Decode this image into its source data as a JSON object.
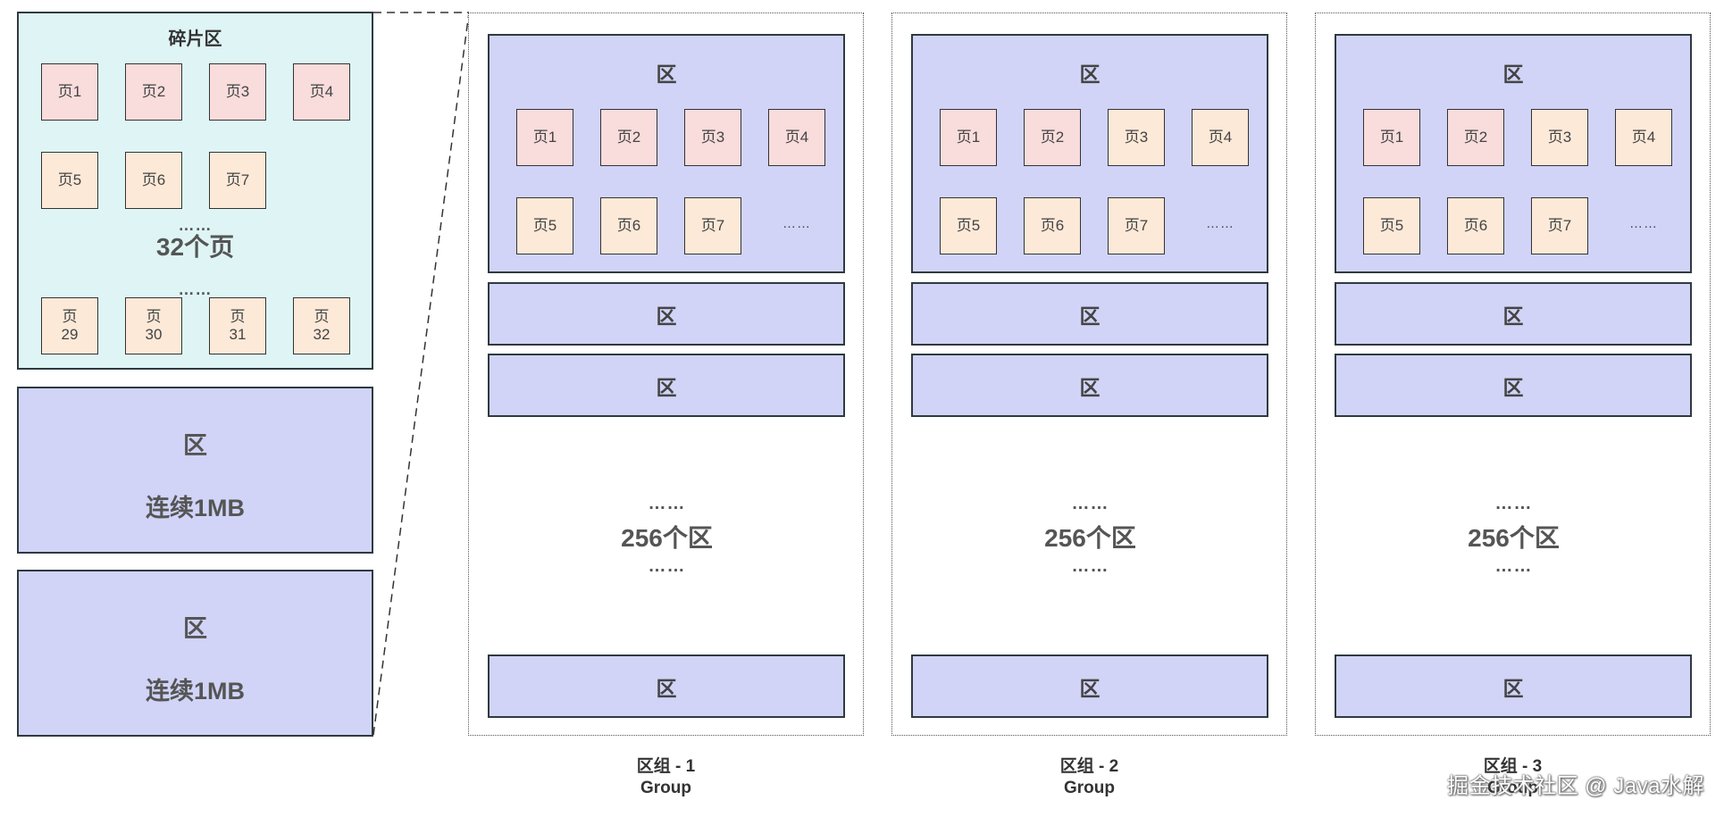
{
  "fragment": {
    "title": "碎片区",
    "pages_row1": [
      "页1",
      "页2",
      "页3",
      "页4"
    ],
    "pages_row2": [
      "页5",
      "页6",
      "页7"
    ],
    "dots_top": "……",
    "center": "32个页",
    "dots_bottom": "……",
    "pages_last": [
      {
        "line1": "页",
        "line2": "29"
      },
      {
        "line1": "页",
        "line2": "30"
      },
      {
        "line1": "页",
        "line2": "31"
      },
      {
        "line1": "页",
        "line2": "32"
      }
    ]
  },
  "left_extents": [
    {
      "label": "区",
      "sub": "连续1MB"
    },
    {
      "label": "区",
      "sub": "连续1MB"
    }
  ],
  "groups": [
    {
      "extent_title": "区",
      "pages_row1": [
        "页1",
        "页2",
        "页3",
        "页4"
      ],
      "pages_row2": [
        "页5",
        "页6",
        "页7"
      ],
      "ellipsis": "……",
      "bar1": "区",
      "bar2": "区",
      "dots_top": "……",
      "mid": "256个区",
      "dots_bottom": "……",
      "bar_last": "区",
      "label_line1": "区组 - 1",
      "label_line2": "Group"
    },
    {
      "extent_title": "区",
      "pages_row1": [
        "页1",
        "页2",
        "页3",
        "页4"
      ],
      "pages_row2": [
        "页5",
        "页6",
        "页7"
      ],
      "ellipsis": "……",
      "bar1": "区",
      "bar2": "区",
      "dots_top": "……",
      "mid": "256个区",
      "dots_bottom": "……",
      "bar_last": "区",
      "label_line1": "区组 - 2",
      "label_line2": "Group"
    },
    {
      "extent_title": "区",
      "pages_row1": [
        "页1",
        "页2",
        "页3",
        "页4"
      ],
      "pages_row2": [
        "页5",
        "页6",
        "页7"
      ],
      "ellipsis": "……",
      "bar1": "区",
      "bar2": "区",
      "dots_top": "……",
      "mid": "256个区",
      "dots_bottom": "……",
      "bar_last": "区",
      "label_line1": "区组 - 3",
      "label_line2": "Group"
    }
  ],
  "watermark": "掘金技术社区 @ Java水解",
  "colors": {
    "fragment_bg": "#dff5f5",
    "extent_bg": "#d1d4f7",
    "page_pink": "#f9dcdc",
    "page_peach": "#fde9d8"
  }
}
